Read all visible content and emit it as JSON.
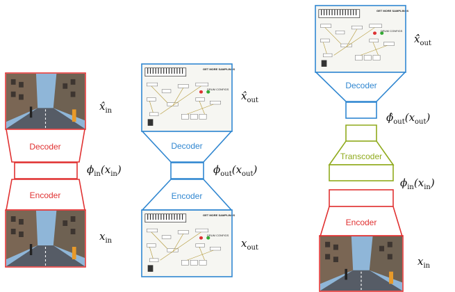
{
  "colors": {
    "red": "#e03131",
    "blue": "#2f86d0",
    "green": "#8faa1c",
    "photo_sky": "#8fb6d8",
    "road": "#565c66"
  },
  "left": {
    "decoder_label": "Decoder",
    "encoder_label": "Encoder",
    "out_hat": "x̂",
    "out_sub": "in",
    "latent": "ϕ",
    "latent_sub": "in",
    "latent_arg": "(x",
    "latent_arg_sub": "in",
    "latent_close": ")",
    "in_x": "x",
    "in_sub": "in"
  },
  "middle": {
    "decoder_label": "Decoder",
    "encoder_label": "Encoder",
    "panel_title": "GET MORE SAMPLINGS",
    "panel_label2": "DRUM CONFIGS",
    "out_hat": "x̂",
    "out_sub": "out",
    "latent": "ϕ",
    "latent_sub": "out",
    "latent_arg": "(x",
    "latent_arg_sub": "out",
    "latent_close": ")",
    "in_x": "x",
    "in_sub": "out"
  },
  "right": {
    "decoder_label": "Decoder",
    "transcoder_label": "Transcoder",
    "encoder_label": "Encoder",
    "panel_title": "GET MORE SAMPLINGS",
    "panel_label2": "DRUM CONFIGS",
    "out_hat": "x̂̂",
    "out_sub": "out",
    "latent_hat": "ϕ̂",
    "latent_hat_sub": "out",
    "latent_hat_arg": "(x",
    "latent_hat_arg_sub": "out",
    "latent_hat_close": ")",
    "latent": "ϕ",
    "latent_sub": "in",
    "latent_arg": "(x",
    "latent_arg_sub": "in",
    "latent_close": ")",
    "in_x": "x",
    "in_sub": "in"
  }
}
